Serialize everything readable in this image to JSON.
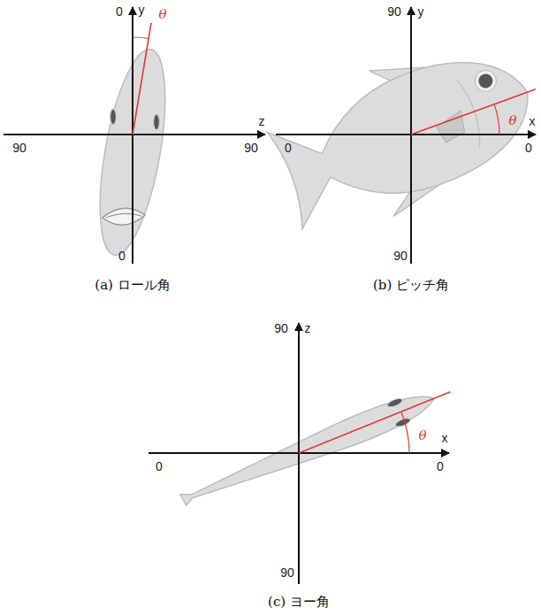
{
  "diagram": {
    "labels": [
      "0",
      "y",
      "θ",
      "z",
      "90",
      "90",
      "0",
      "(a) ロール角",
      "90",
      "y",
      "θ",
      "x",
      "0",
      "0",
      "90",
      "(b) ピッチ角",
      "90",
      "z",
      "θ",
      "x",
      "0",
      "0",
      "90",
      "(c) ヨー角"
    ]
  }
}
